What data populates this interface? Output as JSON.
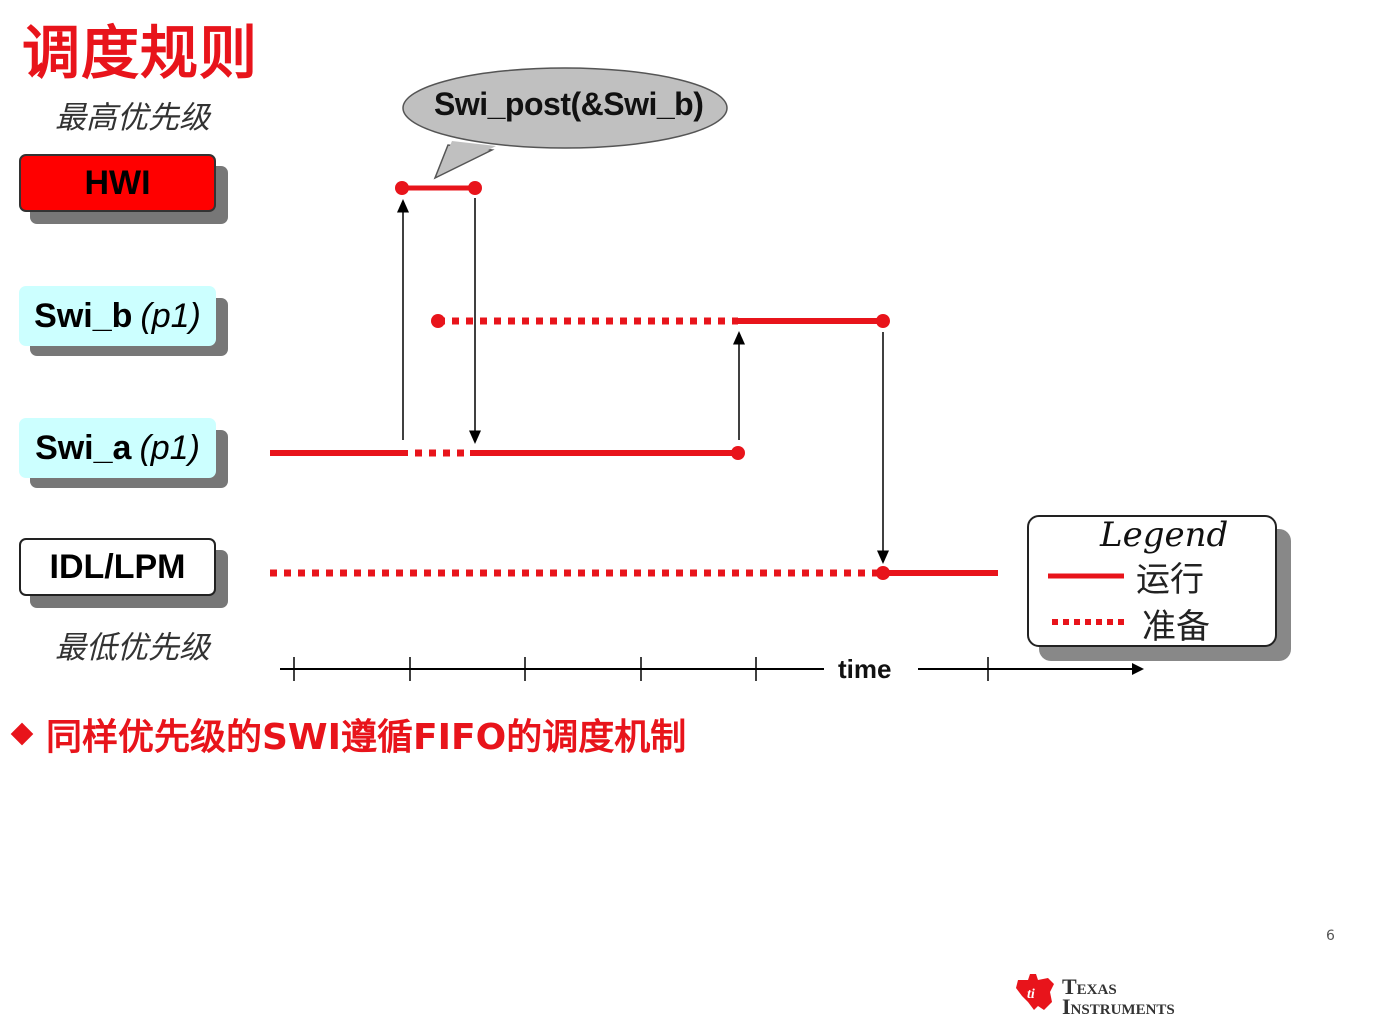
{
  "title": "调度规则",
  "priority": {
    "highest": "最高优先级",
    "lowest": "最低优先级"
  },
  "tasks": {
    "hwi": {
      "label": "HWI"
    },
    "swi_b": {
      "label": "Swi_b",
      "param": "(p1)"
    },
    "swi_a": {
      "label": "Swi_a",
      "param": "(p1)"
    },
    "idl": {
      "label": "IDL/LPM"
    }
  },
  "callout": "Swi_post(&Swi_b)",
  "axis": {
    "label": "time"
  },
  "legend": {
    "title": "Legend",
    "running": "运行",
    "ready": "准备"
  },
  "bullet": "同样优先级的SWI遵循FIFO的调度机制",
  "page_number": "6",
  "logo": {
    "line1": "Texas",
    "line2": "Instruments"
  },
  "colors": {
    "accent_red": "#e8141b",
    "hwi_fill": "#ff0000",
    "swi_fill": "#ccffff",
    "callout_fill": "#c0c0c0"
  }
}
